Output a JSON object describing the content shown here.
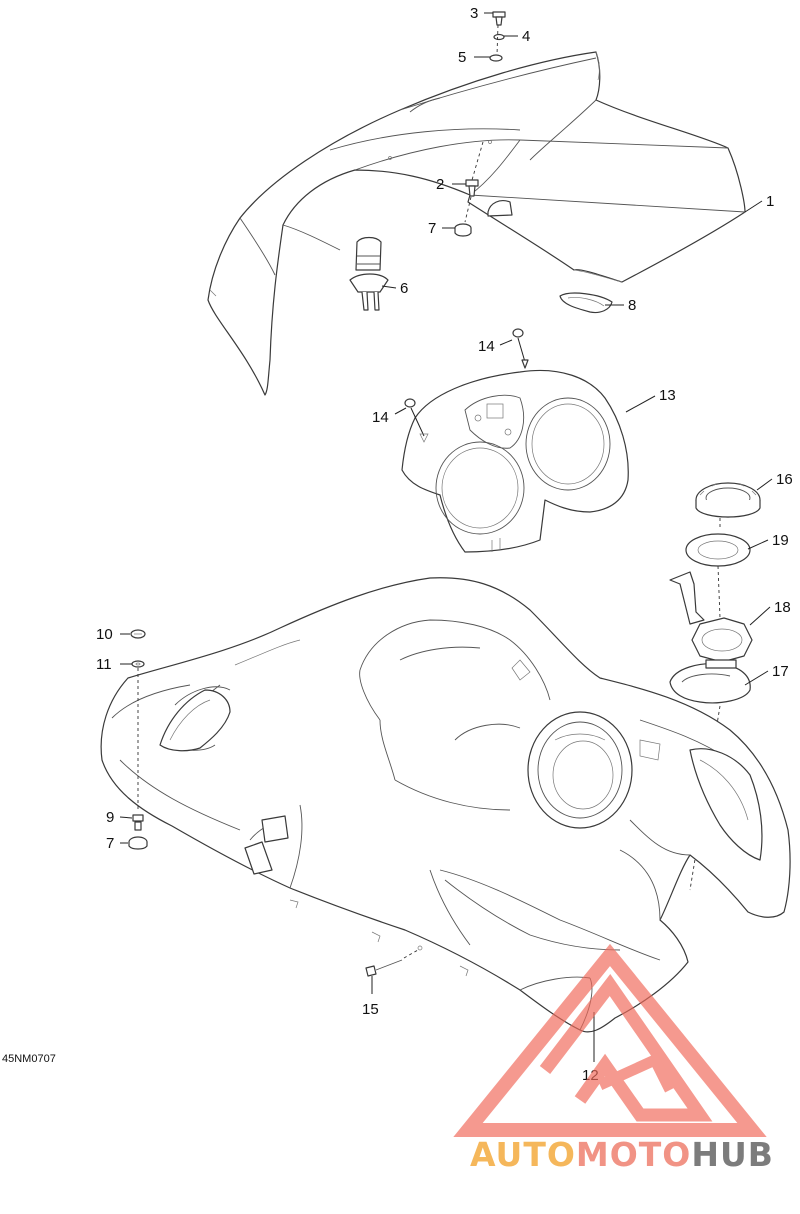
{
  "diagram": {
    "drawing_code": "45NM0707",
    "callouts": [
      {
        "id": "c1",
        "label": "1"
      },
      {
        "id": "c2",
        "label": "2"
      },
      {
        "id": "c3",
        "label": "3"
      },
      {
        "id": "c4",
        "label": "4"
      },
      {
        "id": "c5",
        "label": "5"
      },
      {
        "id": "c6",
        "label": "6"
      },
      {
        "id": "c7a",
        "label": "7"
      },
      {
        "id": "c7b",
        "label": "7"
      },
      {
        "id": "c8",
        "label": "8"
      },
      {
        "id": "c9",
        "label": "9"
      },
      {
        "id": "c10",
        "label": "10"
      },
      {
        "id": "c11",
        "label": "11"
      },
      {
        "id": "c12",
        "label": "12"
      },
      {
        "id": "c13",
        "label": "13"
      },
      {
        "id": "c14a",
        "label": "14"
      },
      {
        "id": "c14b",
        "label": "14"
      },
      {
        "id": "c15",
        "label": "15"
      },
      {
        "id": "c16",
        "label": "16"
      },
      {
        "id": "c17",
        "label": "17"
      },
      {
        "id": "c18",
        "label": "18"
      },
      {
        "id": "c19",
        "label": "19"
      }
    ]
  },
  "watermark": {
    "part1": "AUTO",
    "part2": "MOTO",
    "part3": "HUB",
    "colors": {
      "auto": "#f5b04a",
      "moto": "#f08878",
      "hub": "#6e6e6e",
      "triangle": "#f06a5a"
    }
  }
}
